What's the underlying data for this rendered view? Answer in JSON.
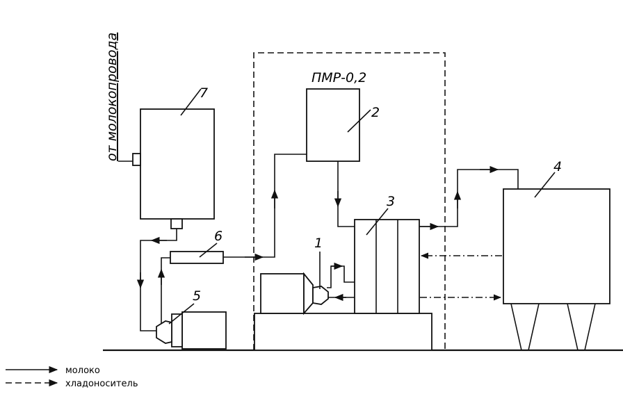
{
  "diagram": {
    "unit_label": "ПМР-0,2",
    "inlet_label": "от молокопровода",
    "component_numbers": [
      "1",
      "2",
      "3",
      "4",
      "5",
      "6",
      "7"
    ],
    "legend": [
      {
        "style": "solid-arrow",
        "label": "молоко"
      },
      {
        "style": "dashed-arrow",
        "label": "хладоноситель"
      }
    ]
  }
}
